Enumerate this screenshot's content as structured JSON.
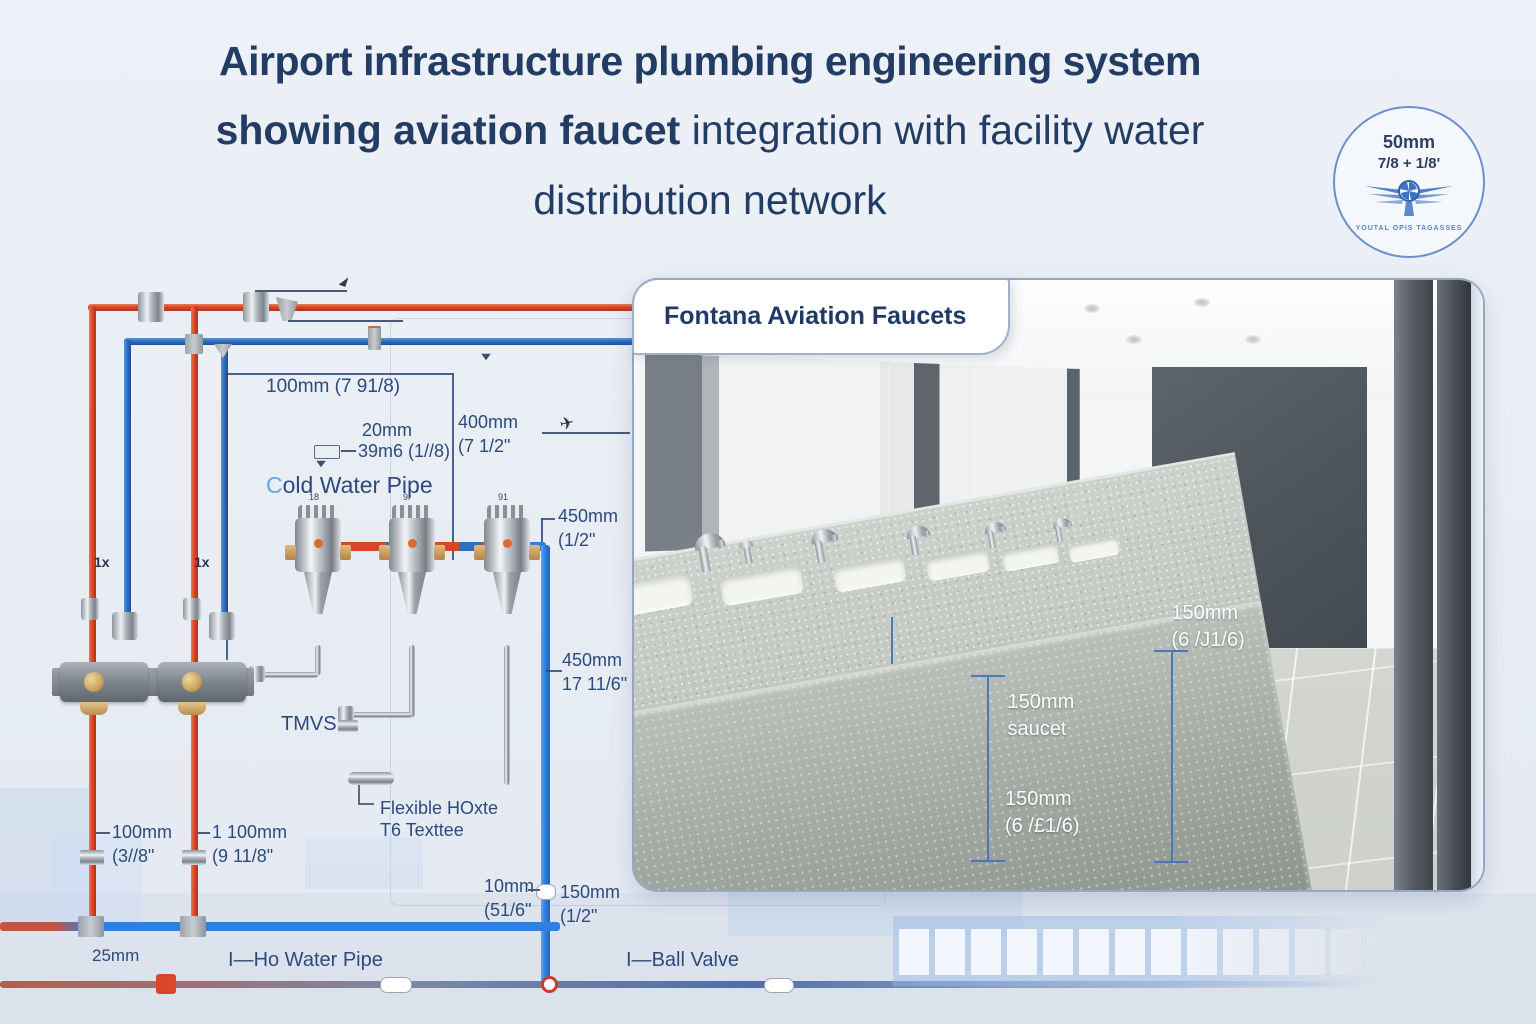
{
  "title": {
    "line1_bold": "Airport infrastructure plumbing engineering system",
    "line2_bold": "showing aviation faucet",
    "line2_regular": " integration with facility water",
    "line3": "distribution network"
  },
  "logo": {
    "size_label": "50mm",
    "fraction_label": "7/8 + 1/8'",
    "caption": "YOUTAL OPIS TAGASSES",
    "emblem": "winged-propeller-icon"
  },
  "colors": {
    "hot_pipe": "#d9472b",
    "cold_pipe": "#2e6fc4",
    "bright_pipe": "#2f7fe0",
    "label_text": "#2d4a7c",
    "title_text": "#233c63",
    "accent_wall": "#4d545b"
  },
  "diagram": {
    "labels": {
      "pipe_size_top": "100mm (7 91/8)",
      "branch_size": "20mm",
      "branch_size2": "39m6 (1//8)",
      "cold_c": "C",
      "cold_rest": "old Water Pipe",
      "dim_400": "400mm",
      "dim_400_in": "(7 1/2\"",
      "dim_450a": "450mm",
      "dim_450a_in": "(1/2\"",
      "dim_450b": "450mm",
      "dim_450b_in": "17 11/6\"",
      "tmvs": "TMVS",
      "flex_hose1": "Flexible HOxte",
      "flex_hose2": "T6 Texttee",
      "dim_100a": "100mm",
      "dim_100a_in": "(3//8\"",
      "dim_100b": "1 100mm",
      "dim_100b_in": "(9 11/8\"",
      "dim_10": "10mm",
      "dim_10_in": "(51/6\"",
      "dim_150": "150mm",
      "dim_150_in": "(1/2\"",
      "dim_25": "25mm",
      "hot_water_prefix": "I—",
      "hot_water_pipe": "Ho Water Pipe",
      "ball_valve_prefix": "I—",
      "ball_valve": "Ball Valve",
      "qty1": "1x",
      "qty2": "1x",
      "plane_glyph": "✈"
    },
    "faucet_marks": [
      "18",
      "9r",
      "91"
    ]
  },
  "photo_card": {
    "tab_label": "Fontana Aviation Faucets",
    "dim_wall": "150mm",
    "dim_wall_in": "(6 /J1/6)",
    "dim_counter": "150mm",
    "dim_counter_sub": "saucet",
    "dim_floor": "150mm",
    "dim_floor_in": "(6 /£1/6)"
  }
}
